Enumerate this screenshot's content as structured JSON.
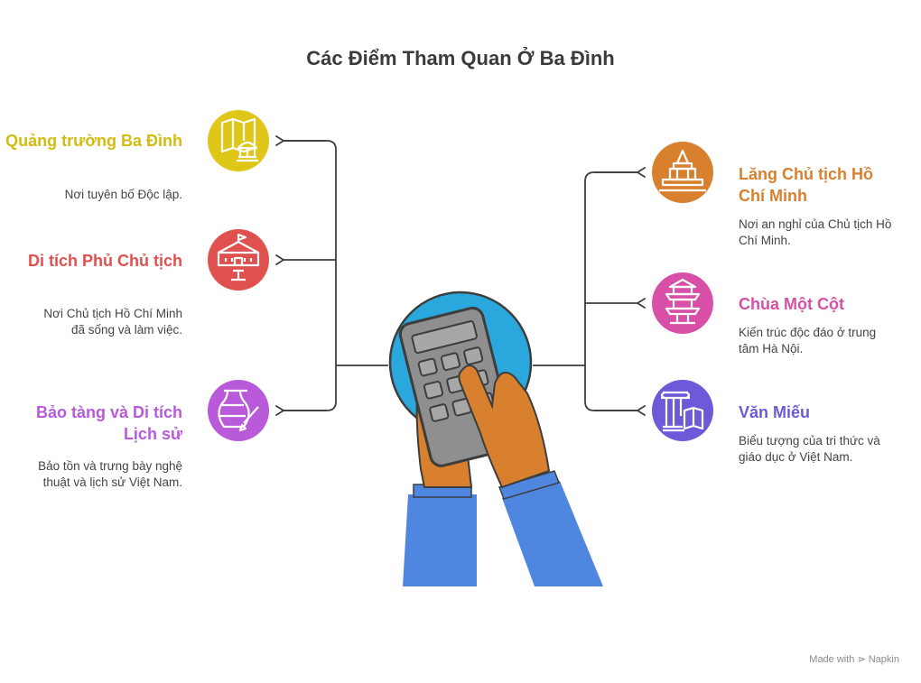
{
  "title": "Các Điểm Tham Quan Ở Ba Đình",
  "colors": {
    "yellow": "#dfc71a",
    "red": "#e0504e",
    "violet": "#b85ad9",
    "orange": "#d9802f",
    "pink": "#d74fa6",
    "indigo": "#6d5ad8",
    "text": "#444444"
  },
  "left_items": [
    {
      "label": "Quảng trường Ba Đình",
      "desc": "Nơi tuyên bố Độc lập.",
      "icon": "map-monument-icon",
      "color": "#dfc71a"
    },
    {
      "label": "Di tích Phủ Chủ tịch",
      "desc": "Nơi Chủ tịch Hồ Chí Minh đã sống và làm việc.",
      "icon": "palace-icon",
      "color": "#e0504e"
    },
    {
      "label": "Bảo tàng và Di tích Lịch sử",
      "desc": "Bảo tồn và trưng bày nghệ thuật và lịch sử Việt Nam.",
      "icon": "vase-brush-icon",
      "color": "#b85ad9"
    }
  ],
  "right_items": [
    {
      "label": "Lăng Chủ tịch Hồ Chí Minh",
      "desc": "Nơi an nghỉ của Chủ tịch Hồ Chí Minh.",
      "icon": "mausoleum-icon",
      "color": "#d9802f"
    },
    {
      "label": "Chùa Một Cột",
      "desc": "Kiến trúc độc đáo ở trung tâm Hà Nội.",
      "icon": "pagoda-icon",
      "color": "#d74fa6"
    },
    {
      "label": "Văn Miếu",
      "desc": "Biểu tượng của tri thức và giáo dục ở Việt Nam.",
      "icon": "column-book-icon",
      "color": "#6d5ad8"
    }
  ],
  "center_icon": "hands-calculator-icon",
  "watermark": "Made with ⋗ Napkin"
}
